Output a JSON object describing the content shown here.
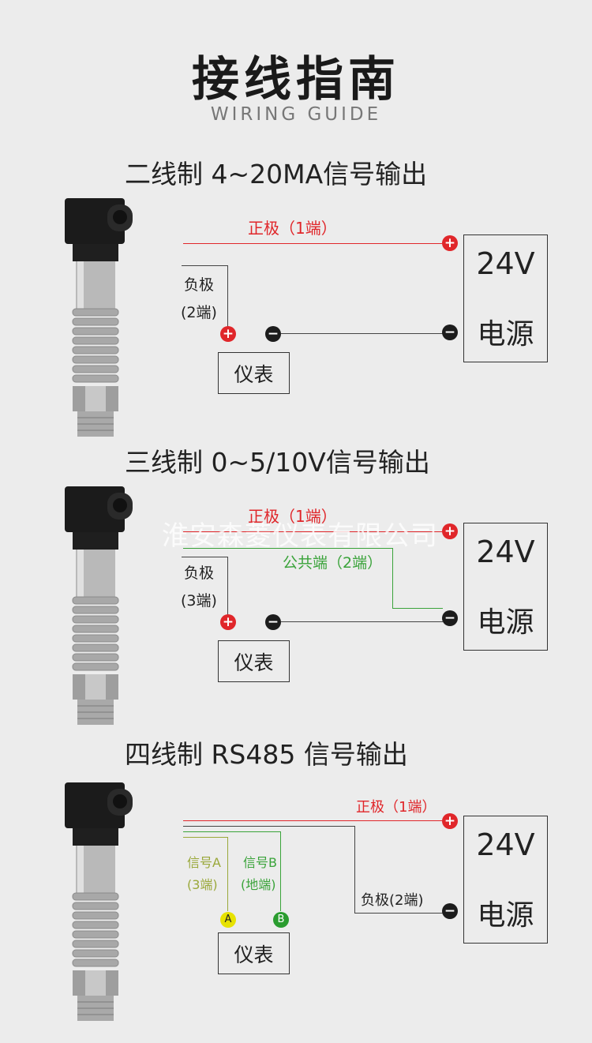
{
  "title": "接线指南",
  "subtitle": "WIRING GUIDE",
  "watermark": "淮安森菱仪表有限公司",
  "sections": [
    {
      "heading": "二线制  4~20MA信号输出",
      "positive": "正极（1端）",
      "negative": "负极",
      "negative_terminal": "(2端)",
      "psu_voltage": "24V",
      "psu_label": "电源",
      "meter_label": "仪表"
    },
    {
      "heading": "三线制  0~5/10V信号输出",
      "positive": "正极（1端）",
      "common": "公共端（2端）",
      "negative": "负极",
      "negative_terminal": "(3端)",
      "psu_voltage": "24V",
      "psu_label": "电源",
      "meter_label": "仪表"
    },
    {
      "heading": "四线制  RS485 信号输出",
      "positive": "正极（1端）",
      "negative": "负极(2端)",
      "signal_a": "信号A",
      "signal_a_terminal": "(3端)",
      "signal_b": "信号B",
      "signal_b_terminal": "(地端)",
      "dot_a": "A",
      "dot_b": "B",
      "psu_voltage": "24V",
      "psu_label": "电源",
      "meter_label": "仪表"
    }
  ],
  "colors": {
    "positive": "#e0262a",
    "signal_green": "#3aa33a",
    "signal_a": "#9aa83a",
    "wire": "#444444"
  }
}
